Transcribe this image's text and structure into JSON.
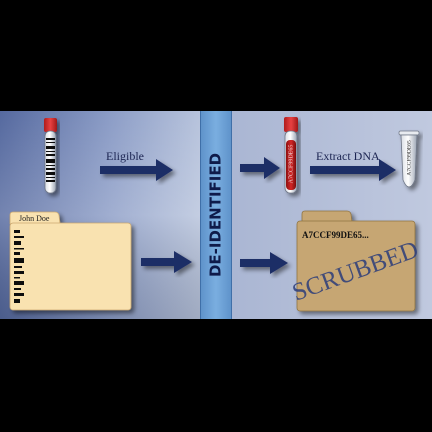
{
  "left_panel": {
    "step_label": "Eligible",
    "folder_tab_label": "John Doe"
  },
  "divider": {
    "label": "DE-IDENTIFIED"
  },
  "right_panel": {
    "step_label": "Extract DNA",
    "tube_code": "A7CCF99DE65",
    "vial_code": "A7CCF99DE65",
    "folder_code": "A7CCF99DE65...",
    "stamp": "SCRUBBED"
  },
  "colors": {
    "left_bg_edge": "#5b74ad",
    "left_bg_center": "#a9b8d6",
    "divider": "#6a9fd4",
    "right_bg": "#b2bdd6",
    "arrow": "#1f2d66",
    "folder_manila": "#f9e2b0",
    "folder_scrubbed": "#c6a673",
    "tube_cap": "#d62a2a",
    "stamp": "#2a3c7a"
  }
}
